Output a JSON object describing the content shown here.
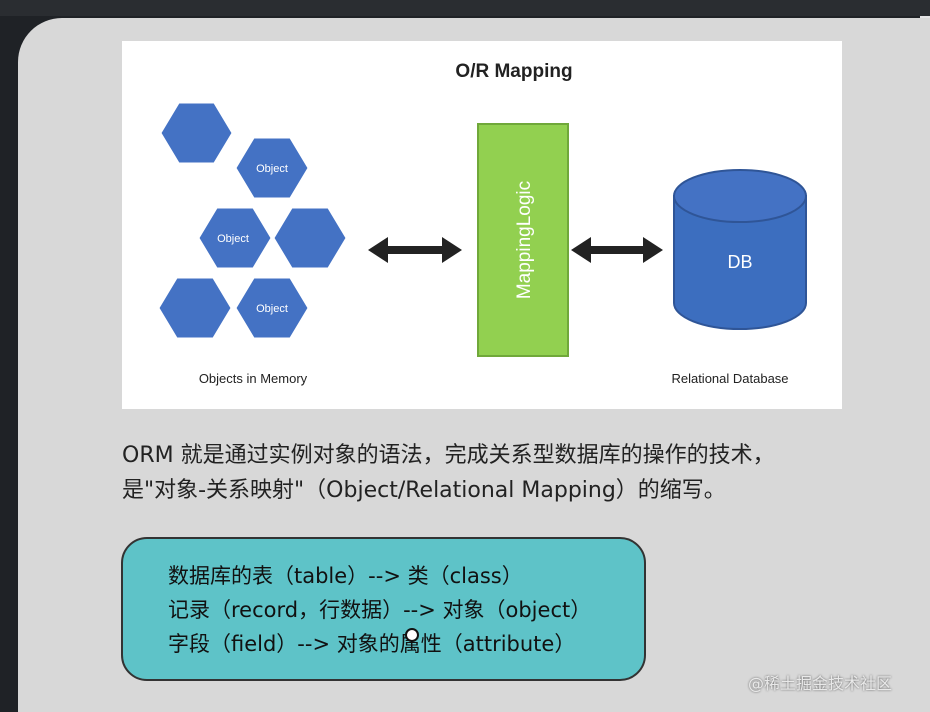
{
  "figure": {
    "title": "O/R Mapping",
    "hex_labels": [
      "Object",
      "Object",
      "Object"
    ],
    "left_caption": "Objects in Memory",
    "middle_label": "MappingLogic",
    "db_label": "DB",
    "right_caption": "Relational Database",
    "colors": {
      "hex": "#4472c4",
      "mapping": "#92d050",
      "db": "#3c6ebf"
    }
  },
  "paragraph": {
    "line1": "ORM 就是通过实例对象的语法，完成关系型数据库的操作的技术，",
    "line2": "是\"对象-关系映射\"（Object/Relational Mapping）的缩写。"
  },
  "mapping_box": {
    "line1": "数据库的表（table）--> 类（class）",
    "line2": "记录（record，行数据）--> 对象（object）",
    "line3": "字段（field）--> 对象的属性（attribute）"
  },
  "watermark": "@稀土掘金技术社区"
}
